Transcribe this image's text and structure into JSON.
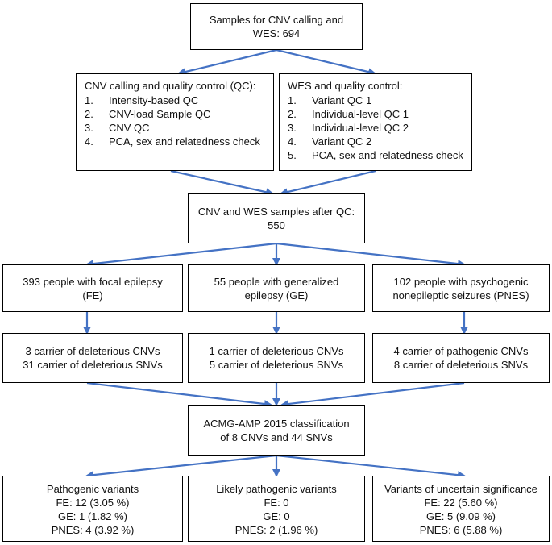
{
  "top": {
    "line1": "Samples for CNV calling and",
    "line2": "WES: 694"
  },
  "cnv_qc": {
    "title": "CNV calling and quality control (QC):",
    "items": [
      {
        "num": "1.",
        "label": "Intensity-based QC"
      },
      {
        "num": "2.",
        "label": "CNV-load Sample QC"
      },
      {
        "num": "3.",
        "label": "CNV QC"
      },
      {
        "num": "4.",
        "label": "PCA, sex and relatedness check"
      }
    ]
  },
  "wes_qc": {
    "title": "WES and quality control:",
    "items": [
      {
        "num": "1.",
        "label": "Variant QC 1"
      },
      {
        "num": "2.",
        "label": "Individual-level QC 1"
      },
      {
        "num": "3.",
        "label": "Individual-level QC 2"
      },
      {
        "num": "4.",
        "label": "Variant QC 2"
      },
      {
        "num": "5.",
        "label": "PCA, sex and relatedness check"
      }
    ]
  },
  "after_qc": {
    "line1": "CNV and WES samples after QC:",
    "line2": "550"
  },
  "groups": [
    {
      "line1": "393 people with focal epilepsy",
      "line2": "(FE)"
    },
    {
      "line1": "55 people with generalized",
      "line2": "epilepsy (GE)"
    },
    {
      "line1": "102 people with psychogenic",
      "line2": "nonepileptic seizures (PNES)"
    }
  ],
  "carriers": [
    {
      "line1": "3 carrier of deleterious CNVs",
      "line2": "31 carrier of deleterious SNVs"
    },
    {
      "line1": "1 carrier of deleterious CNVs",
      "line2": "5 carrier of deleterious SNVs"
    },
    {
      "line1": "4 carrier of pathogenic CNVs",
      "line2": "8 carrier of deleterious SNVs"
    }
  ],
  "acmg": {
    "line1": "ACMG-AMP 2015 classification",
    "line2": "of 8 CNVs and 44 SNVs"
  },
  "results": [
    {
      "title": "Pathogenic variants",
      "fe": "FE: 12 (3.05 %)",
      "ge": "GE: 1 (1.82 %)",
      "pnes": "PNES: 4 (3.92 %)"
    },
    {
      "title": "Likely pathogenic variants",
      "fe": "FE: 0",
      "ge": "GE: 0",
      "pnes": "PNES: 2 (1.96 %)"
    },
    {
      "title": "Variants of uncertain significance",
      "fe": "FE: 22 (5.60 %)",
      "ge": "GE: 5 (9.09 %)",
      "pnes": "PNES: 6 (5.88 %)"
    }
  ],
  "colors": {
    "arrow": "#4472c4",
    "border": "#000000"
  }
}
